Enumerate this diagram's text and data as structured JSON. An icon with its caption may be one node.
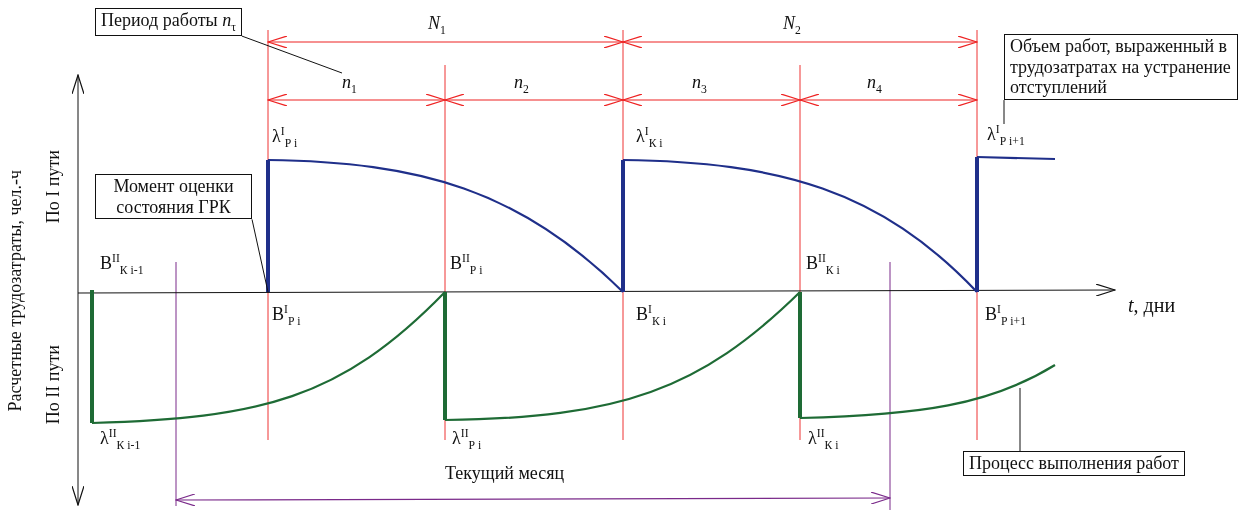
{
  "diagram": {
    "nodes": [
      {
        "text": [
          "Период работы *n*$_{τ}$"
        ]
      },
      {
        "text": [
          "*n*$_{1}$"
        ]
      },
      {
        "text": [
          "Объем работ, выраженный в трудозатратах на устранение отступлений"
        ]
      },
      {
        "text": [
          "λ$^{I}$$_{Р i+1}$"
        ]
      },
      {
        "text": [
          "Момент оценки состояния ГРК"
        ]
      },
      {
        "text": [
          "Процесс выполнения работ"
        ]
      }
    ],
    "edges": [
      {
        "from": 0,
        "to": 1,
        "arrow": "none"
      },
      {
        "from": 2,
        "to": 3,
        "arrow": "none"
      },
      {
        "from": 4,
        "to": null,
        "arrow": "none"
      },
      {
        "from": 5,
        "to": null,
        "arrow": "none"
      }
    ],
    "labels": [
      "Расчетные трудозатраты, чел.-ч",
      "По I пути",
      "По II пути",
      "*N*$_{1}$",
      "*N*$_{2}$",
      "*n*$_{2}$",
      "*n*$_{3}$",
      "*n*$_{4}$",
      "λ$^{I}$$_{Р i}$",
      "λ$^{I}$$_{К i}$",
      "В$^{II}$$_{К i-1}$",
      "В$^{II}$$_{Р i}$",
      "В$^{II}$$_{К i}$",
      "В$^{I}$$_{Р i}$",
      "В$^{I}$$_{К i}$",
      "В$^{I}$$_{Р i+1}$",
      "*t*, дни",
      "λ$^{II}$$_{К i-1}$",
      "λ$^{II}$$_{Р i}$",
      "λ$^{II}$$_{К i}$",
      "Текущий месяц"
    ]
  }
}
